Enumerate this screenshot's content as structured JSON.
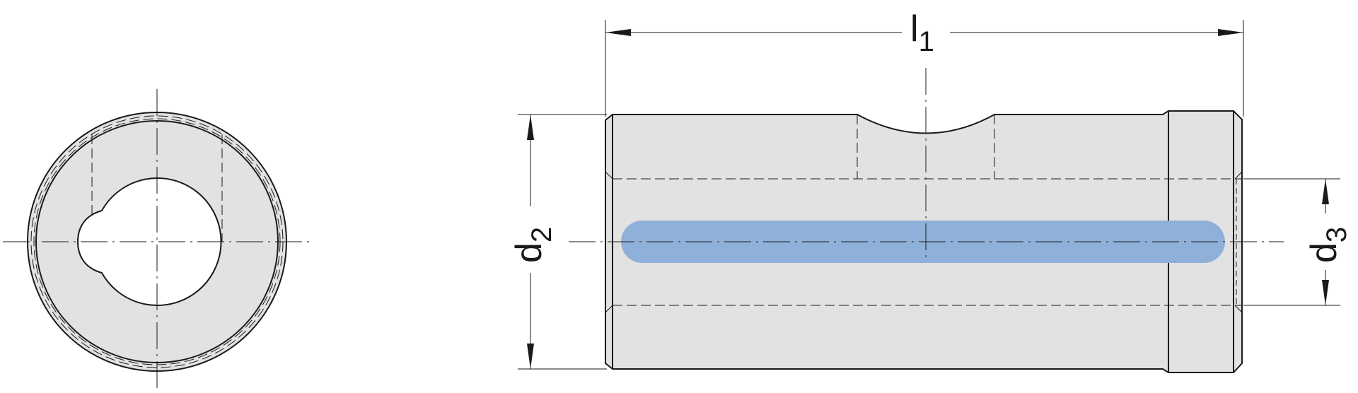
{
  "dimensions": {
    "length": {
      "main": "l",
      "sub": "1"
    },
    "outer_diameter": {
      "main": "d",
      "sub": "2"
    },
    "bore_diameter": {
      "main": "d",
      "sub": "3"
    }
  },
  "colors": {
    "body_fill": "#e2e2e2",
    "outline": "#1a1a1a",
    "highlight": "#8fb0d8",
    "background": "#ffffff"
  }
}
